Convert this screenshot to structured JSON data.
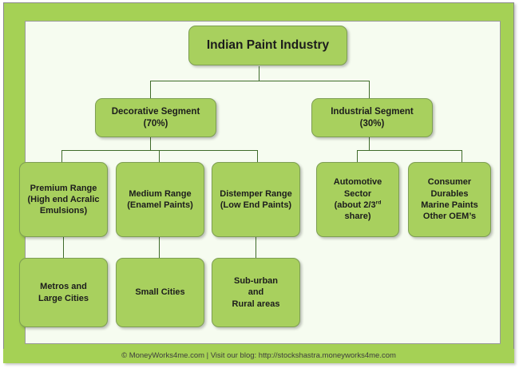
{
  "diagram": {
    "root": {
      "label": "Indian Paint Industry"
    },
    "level2": [
      {
        "line1": "Decorative Segment",
        "line2": "(70%)"
      },
      {
        "line1": "Industrial Segment",
        "line2": "(30%)"
      }
    ],
    "level3": [
      {
        "line1": "Premium Range",
        "line2": "(High end Acralic",
        "line3": "Emulsions)"
      },
      {
        "line1": "Medium Range",
        "line2": "(Enamel Paints)",
        "line3": ""
      },
      {
        "line1": "Distemper Range",
        "line2": "(Low End Paints)",
        "line3": ""
      },
      {
        "line1": "Automotive",
        "line2": "Sector",
        "line3": "(about 2/3",
        "sup": "rd",
        "line3b": "",
        "line4": "share)"
      },
      {
        "line1": "Consumer",
        "line2": "Durables",
        "line3": "Marine Paints",
        "line4": "Other OEM’s"
      }
    ],
    "level4": [
      {
        "line1": "Metros and",
        "line2": "Large Cities",
        "line3": ""
      },
      {
        "line1": "Small Cities",
        "line2": "",
        "line3": ""
      },
      {
        "line1": "Sub-urban",
        "line2": "and",
        "line3": "Rural areas"
      }
    ]
  },
  "footer": {
    "text": "© MoneyWorks4me.com | Visit our blog: http://stockshastra.moneyworks4me.com"
  },
  "colors": {
    "box_fill": "#a8d05e",
    "box_border": "#7d9e52",
    "frame_green": "#a5d155",
    "canvas_bg": "#f6fcf0",
    "connector": "#3f6b2a",
    "text": "#1c1c1c"
  }
}
